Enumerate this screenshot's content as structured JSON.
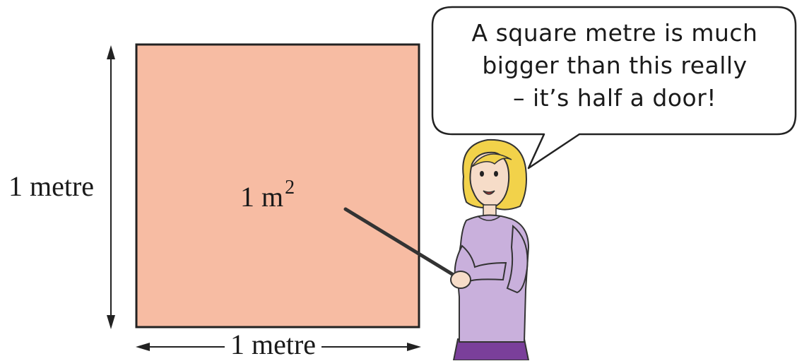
{
  "square": {
    "fill": "#f7bca3",
    "border": "#222222",
    "area_value": "1 m",
    "area_exponent": "2"
  },
  "dimensions": {
    "side": "1 metre",
    "bottom": "1 metre"
  },
  "speech_bubble": {
    "line1": "A square metre is much",
    "line2": "bigger than this really",
    "line3": "– it’s half a door!"
  },
  "teacher": {
    "hair_color": "#f2d24a",
    "shirt_color": "#c9b0dc",
    "skirt_color": "#7a3f9a",
    "skin_color": "#f6dcc8"
  }
}
